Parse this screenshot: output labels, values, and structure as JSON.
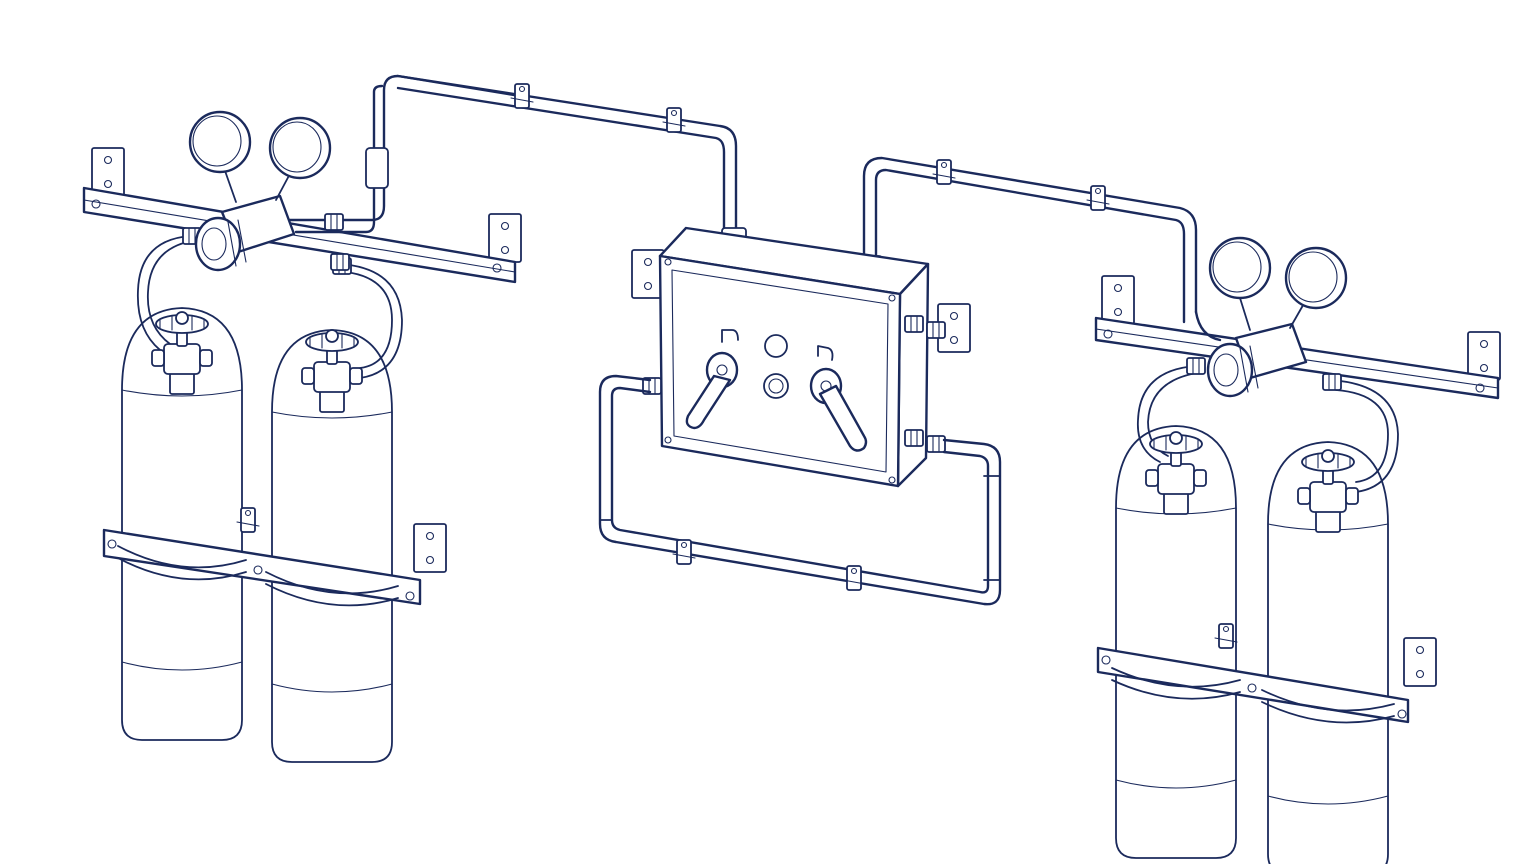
{
  "colors": {
    "ink": "#1b2a5c",
    "paper": "#ffffff"
  },
  "drawing": {
    "style": "line-art technical illustration",
    "components": {
      "left_manifold": {
        "cylinders": 2,
        "regulator_gauges": 2,
        "cylinder_valves": 2,
        "wall_brackets": 3
      },
      "center_switchover_box": {
        "lever_handles": 2,
        "indicator_lights": 2,
        "indicator_markers": 2
      },
      "right_manifold": {
        "cylinders": 2,
        "regulator_gauges": 2,
        "cylinder_valves": 2,
        "wall_brackets": 3
      },
      "pipe_clamps": 8
    }
  }
}
